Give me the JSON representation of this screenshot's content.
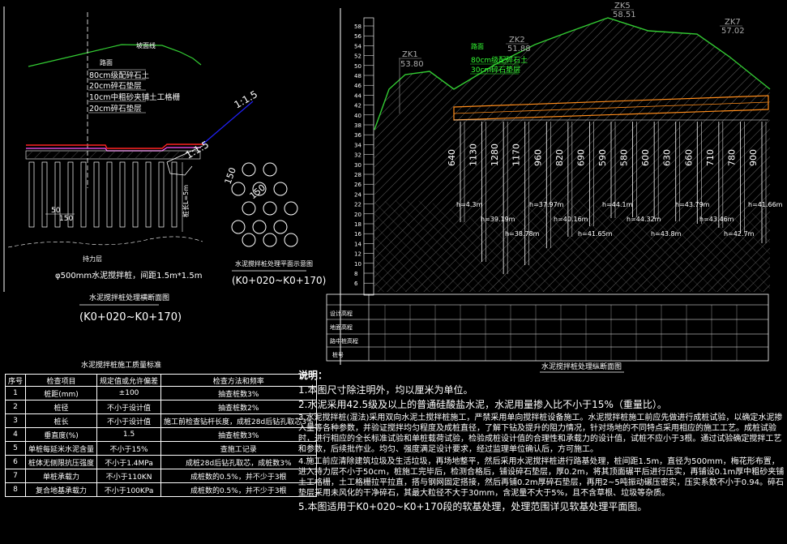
{
  "section_left": {
    "slope_label_top": "坡面线",
    "pavement_title": "路面",
    "pavement_layers": [
      "80cm级配碎石土",
      "20cm碎石垫层",
      "10cm中粗砂夹铺土工格栅",
      "20cm碎石垫层"
    ],
    "slope_ratio_1": "1:1.5",
    "slope_ratio_2": "1:1.5",
    "dim_50": "50",
    "dim_150": "150",
    "pile_len": "桩长L=5m",
    "bearing_layer": "持力层",
    "pile_note": "φ500mm水泥搅拌桩，间距1.5m*1.5m",
    "title": "水泥搅拌桩处理横断面图",
    "range": "(K0+020~K0+170)"
  },
  "plan_small": {
    "dim_a": "150",
    "dim_b": "150",
    "title": "水泥搅拌桩处理平面示意图",
    "range": "(K0+020~K0+170)"
  },
  "profile": {
    "boreholes": [
      {
        "id": "ZK1",
        "elev": "53.80"
      },
      {
        "id": "ZK2",
        "elev": "51.88"
      },
      {
        "id": "ZK5",
        "elev": "58.51"
      },
      {
        "id": "ZK7",
        "elev": "57.02"
      }
    ],
    "legend_title": "路面",
    "legend_1": "80cm级配碎石土",
    "legend_2": "30cm碎石垫层",
    "axis_ticks": [
      "58",
      "56",
      "54",
      "52",
      "50",
      "48",
      "46",
      "44",
      "42",
      "40",
      "38",
      "36",
      "34",
      "32",
      "30",
      "28",
      "26",
      "24",
      "22",
      "20",
      "18",
      "16",
      "14",
      "12",
      "10",
      "8",
      "6"
    ],
    "pile_lengths": [
      "640",
      "1130",
      "1280",
      "1170",
      "960",
      "820",
      "690",
      "590",
      "580",
      "600",
      "630",
      "660",
      "710",
      "780",
      "900"
    ],
    "h_labels": [
      "h=4.3m",
      "h=39.19m",
      "h=38.78m",
      "h=37.97m",
      "h=40.16m",
      "h=41.65m",
      "h=44.1m",
      "h=44.32m",
      "h=43.8m",
      "h=43.79m",
      "h=43.46m",
      "h=42.7m",
      "h=41.66m"
    ],
    "row_labels": [
      "设计高程",
      "地面高程",
      "路中桩高程",
      "桩号"
    ],
    "title": "水泥搅拌桩处理纵断面图"
  },
  "quality_table": {
    "title": "水泥搅拌桩施工质量标准",
    "headers": [
      "序号",
      "检查项目",
      "规定值或允许偏差",
      "检查方法和频率"
    ],
    "rows": [
      [
        "1",
        "桩距(mm)",
        "±100",
        "抽查桩数3%"
      ],
      [
        "2",
        "桩径",
        "不小于设计值",
        "抽查桩数2%"
      ],
      [
        "3",
        "桩长",
        "不小于设计值",
        "施工前检查钻杆长度，成桩28d后钻孔取芯3%"
      ],
      [
        "4",
        "垂直度(%)",
        "1.5",
        "抽查桩数3%"
      ],
      [
        "5",
        "单桩每延米水泥含量",
        "不小于15%",
        "查施工记录"
      ],
      [
        "6",
        "桩体无侧限抗压强度",
        "不小于1.4MPa",
        "成桩28d后钻孔取芯，成桩数3%"
      ],
      [
        "7",
        "单桩承载力",
        "不小于110KN",
        "成桩数的0.5%，并不少于3根"
      ],
      [
        "8",
        "复合地基承载力",
        "不小于100KPa",
        "成桩数的0.5%，并不少于3根"
      ]
    ]
  },
  "notes": {
    "heading": "说明：",
    "items": [
      "1.本图尺寸除注明外，均以厘米为单位。",
      "2.水泥采用42.5级及以上的普通硅酸盐水泥，水泥用量掺入比不小于15%（重量比）。",
      "3.水泥搅拌桩(湿法)采用双向水泥土搅拌桩施工，严禁采用单向搅拌桩设备施工。水泥搅拌桩施工前应先做进行成桩试验，以确定水泥掺入量等各种参数，并验证搅拌均匀程度及成桩直径，了解下钻及提升的阻力情况，针对场地的不同特点采用相应的施工工艺。成桩试验时，进行相应的全长标准试验和单桩载荷试验，检验成桩设计值的合理性和承载力的设计值，试桩不应小于3根。通过试验确定搅拌工艺和参数，后续批作业。均匀、强度满足设计要求，经过监理单位确认后，方可施工。",
      "4.施工前应清除建筑垃圾及生活垃圾，再场地整平，然后采用水泥搅拌桩进行路基处理，桩间距1.5m，直径为500mm，梅花形布置，进入持力层不小于50cm，桩施工完毕后，检测合格后，铺设碎石垫层，厚0.2m，将其顶面碾平后进行压实，再铺设0.1m厚中粗砂夹铺土工格栅，土工格栅拉平拉直，搭与钢网固定搭接，然后再铺0.2m厚碎石垫层，再用2~5吨振动碾压密实，压实系数不小于0.94。碎石垫层采用未风化的干净碎石，其最大粒径不大于30mm，含泥量不大于5%，且不含草根、垃圾等杂质。",
      "5.本图适用于K0+020~K0+170段的软基处理，处理范围详见软基处理平面图。"
    ]
  }
}
